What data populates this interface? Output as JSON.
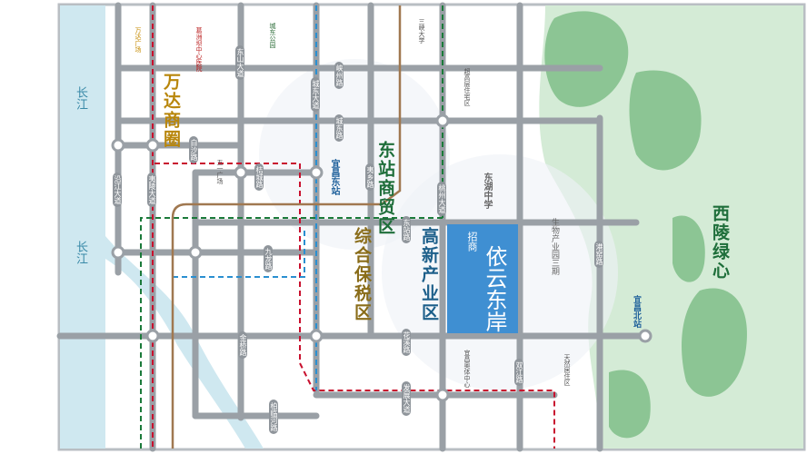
{
  "title": "宜昌 依云东岸 区位图",
  "project": {
    "brand": "招商",
    "name": "依云东岸",
    "color": "#3f8fd2"
  },
  "districts": [
    {
      "name": "万达商圈",
      "color": "#b8860b"
    },
    {
      "name": "东站商贸区",
      "color": "#1e6e3a"
    },
    {
      "name": "高新产业区",
      "color": "#1d5f8a"
    },
    {
      "name": "综合保税区",
      "color": "#8a6d1a"
    },
    {
      "name": "西陵绿心",
      "color": "#1e6e3a"
    }
  ],
  "water": [
    {
      "name": "长江"
    },
    {
      "name": "长江"
    }
  ],
  "roads": [
    "沿江大道",
    "夷陵大道",
    "东山大道",
    "城东大道",
    "桃州大道",
    "白沙路",
    "桔城路",
    "东站路",
    "发展大道",
    "花溪路",
    "柏临河路",
    "峡州路",
    "夷乡路",
    "双江路",
    "城东路",
    "港窑路",
    "金桥路",
    "九龙路"
  ],
  "pois": [
    "宜昌东站",
    "宜昌北站",
    "东湖中学",
    "生物产业园三期",
    "万达广场",
    "五一广场",
    "葛洲坝中心医院",
    "城东公园",
    "三峡大学",
    "天然居住区",
    "宜昌奥体中心",
    "超高层住宅区"
  ],
  "colors": {
    "road": "#9aa0a6",
    "river": "#cfe8f0",
    "park_light": "#d4ebd6",
    "park_dark": "#8cc594",
    "metro_red": "#c8102e",
    "metro_blue": "#2a8fd0",
    "metro_green": "#1b7a3a",
    "metro_brown": "#a07850"
  }
}
